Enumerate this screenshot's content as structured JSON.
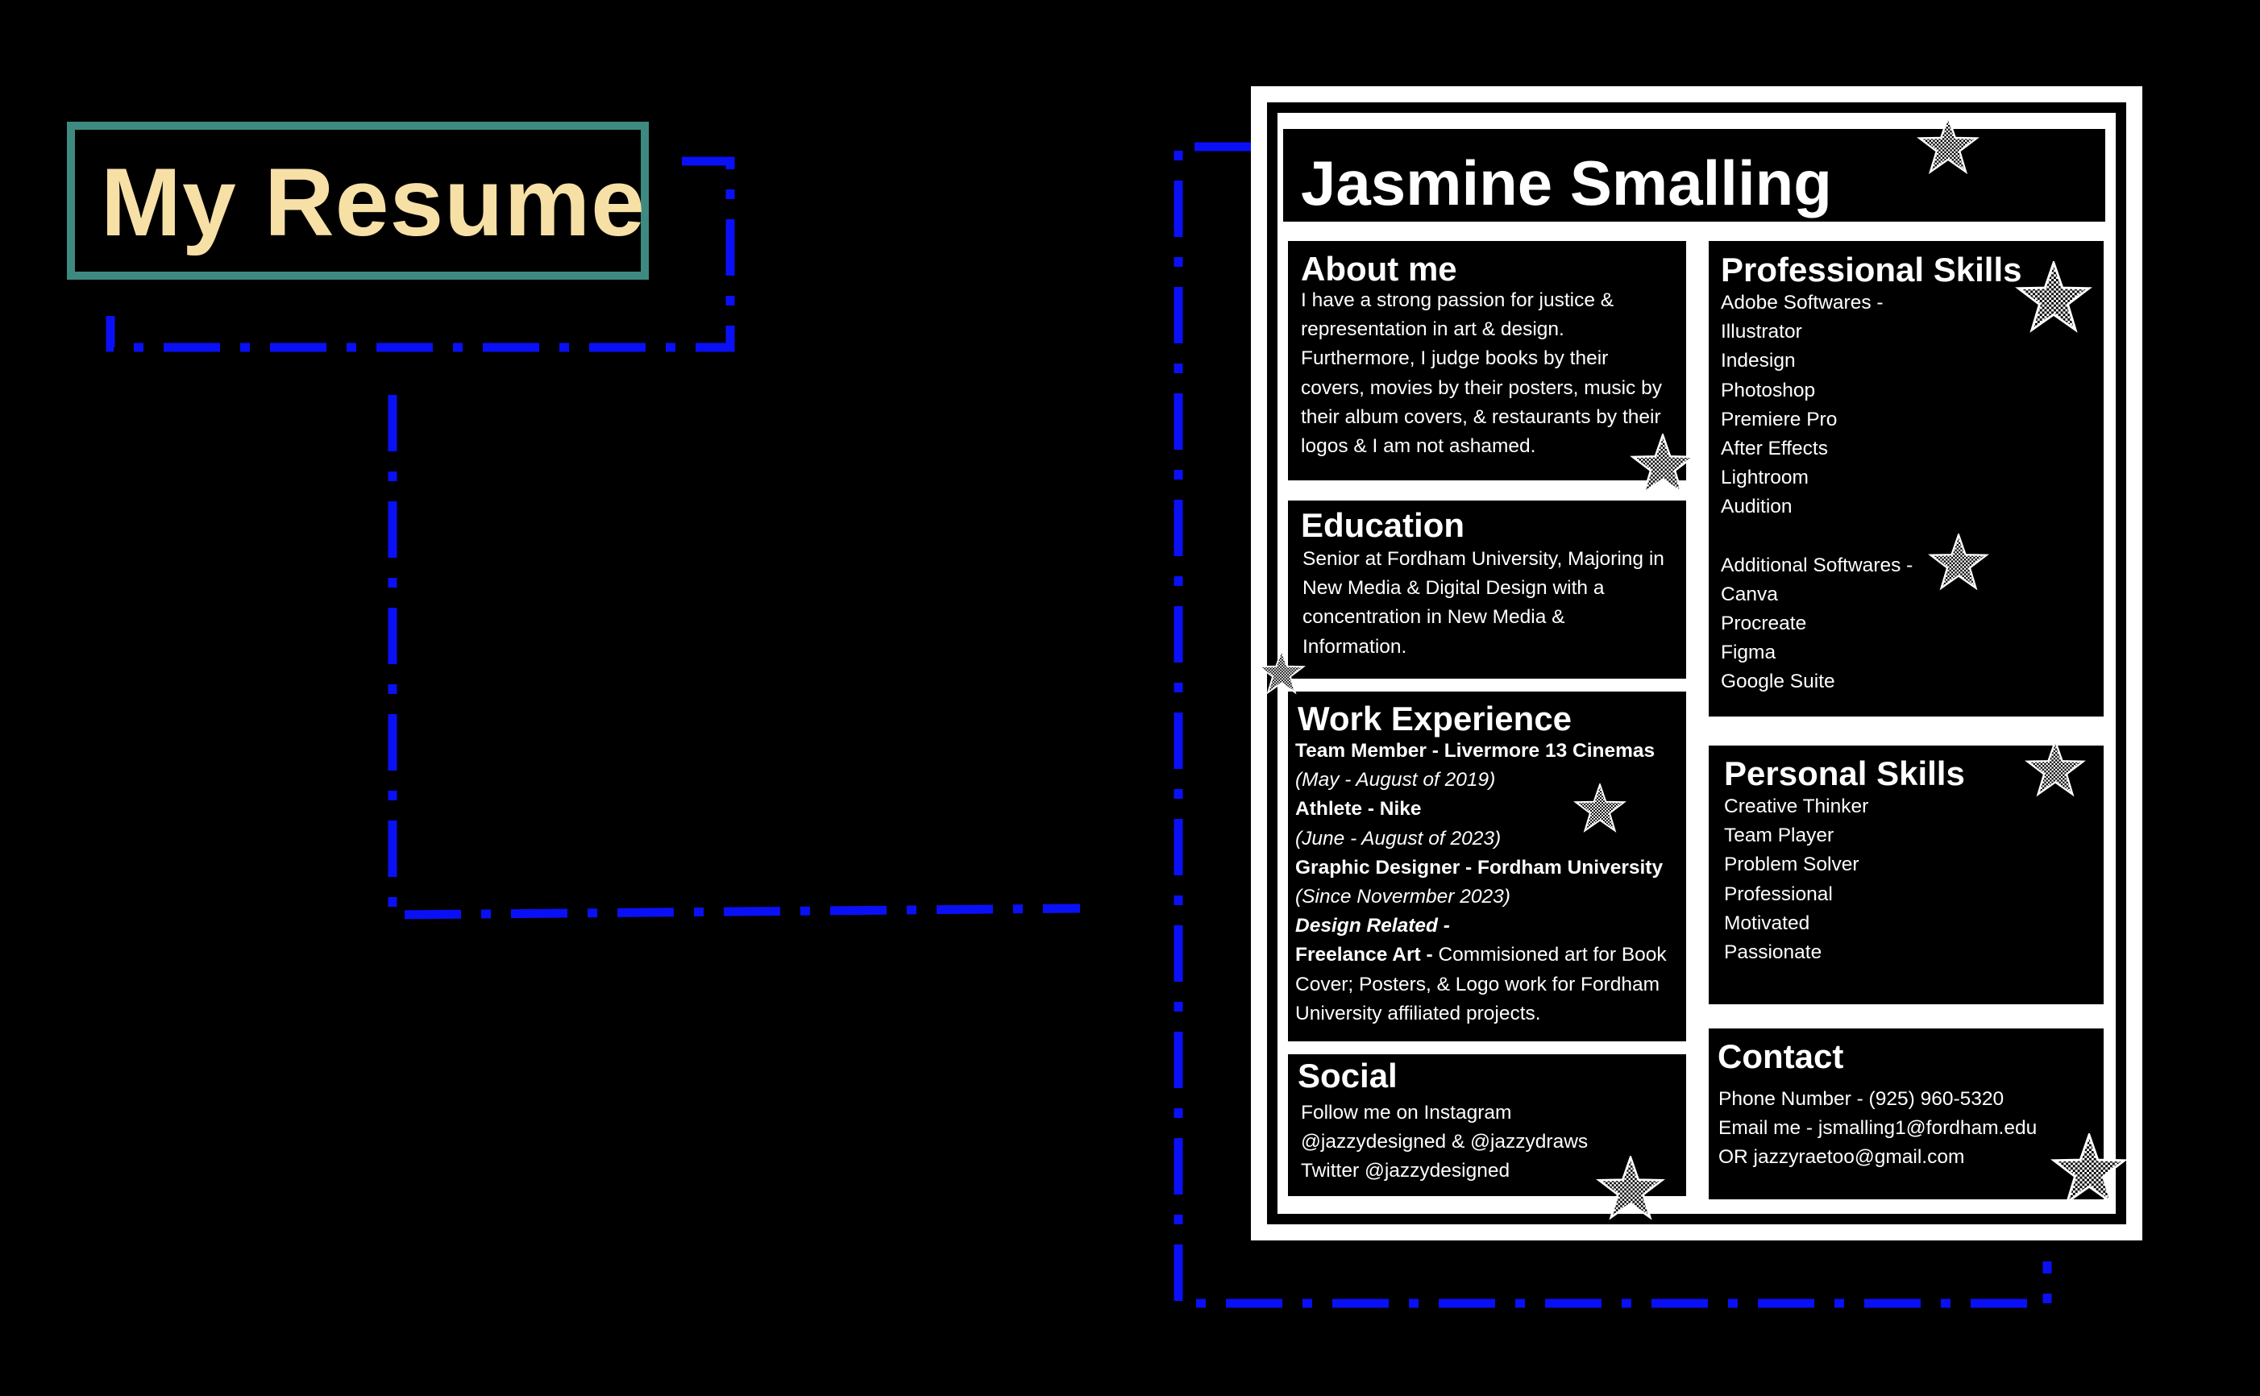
{
  "header": {
    "title": "My Resume"
  },
  "resume": {
    "name": "Jasmine Smalling",
    "about": {
      "title": "About me",
      "text": "I have a strong passion for justice & representation in art & design. Furthermore, I judge books by their covers, movies by their posters, music by their album covers, & restaurants by their logos & I am not ashamed."
    },
    "education": {
      "title": "Education",
      "text": "Senior at Fordham University, Majoring in New Media & Digital Design with a concentration in New Media & Information."
    },
    "work": {
      "title": "Work Experience",
      "jobs": [
        {
          "role": "Team Member - Livermore 13 Cinemas",
          "dates": "(May - August of 2019)"
        },
        {
          "role": "Athlete - Nike",
          "dates": "(June - August of 2023)"
        },
        {
          "role": "Graphic Designer - Fordham University",
          "dates": "(Since Novermber 2023)"
        }
      ],
      "design_heading": "Design Related -",
      "freelance_label": "Freelance Art -",
      "freelance_text": " Commisioned art for Book Cover; Posters, & Logo work for Fordham University affiliated projects."
    },
    "social": {
      "title": "Social",
      "lines": [
        "Follow me on Instagram",
        "@jazzydesigned & @jazzydraws",
        "Twitter @jazzydesigned"
      ]
    },
    "professional_skills": {
      "title": "Professional Skills",
      "group1_heading": "Adobe Softwares -",
      "group1": [
        "Illustrator",
        "Indesign",
        "Photoshop",
        "Premiere Pro",
        "After Effects",
        "Lightroom",
        "Audition"
      ],
      "group2_heading": "Additional Softwares -",
      "group2": [
        "Canva",
        "Procreate",
        "Figma",
        "Google Suite"
      ]
    },
    "personal_skills": {
      "title": "Personal Skills",
      "items": [
        "Creative Thinker",
        "Team Player",
        "Problem Solver",
        "Professional",
        "Motivated",
        "Passionate"
      ]
    },
    "contact": {
      "title": "Contact",
      "phone": "Phone Number - (925) 960-5320",
      "email": "Email me - jsmalling1@fordham.edu",
      "email_alt": "OR jazzyraetoo@gmail.com"
    }
  },
  "colors": {
    "background": "#000000",
    "connector": "#0a10f5",
    "title_border": "#3f8a80",
    "title_text": "#f7e0a6",
    "sheet": "#ffffff"
  },
  "icons": [
    "star-icon"
  ]
}
